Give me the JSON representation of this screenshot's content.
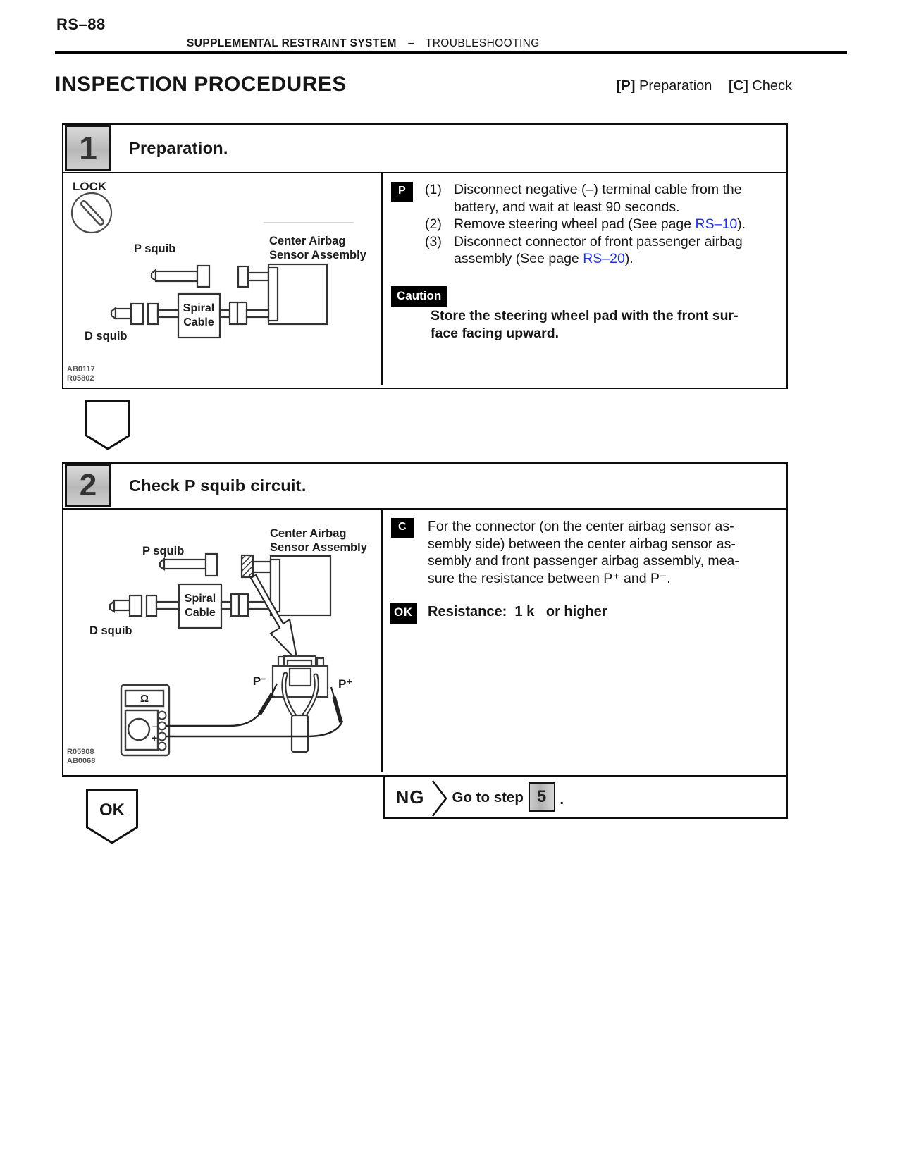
{
  "colors": {
    "link_blue": "#2433e0",
    "badge_black": "#000000",
    "step_box_gray": "#c4c4c4"
  },
  "header": {
    "page_number": "RS–88",
    "section": "SUPPLEMENTAL RESTRAINT SYSTEM",
    "separator": "–",
    "subsection": "TROUBLESHOOTING",
    "title": "INSPECTION PROCEDURES",
    "legend_p_badge": "[P]",
    "legend_p_label": "Preparation",
    "legend_c_badge": "[C]",
    "legend_c_label": "Check"
  },
  "step1": {
    "number": "1",
    "title": "Preparation.",
    "badge": "P",
    "items": [
      {
        "num": "(1)",
        "line1": "Disconnect negative (–) terminal cable from the",
        "line2": "battery, and wait at least 90 seconds."
      },
      {
        "num": "(2)",
        "pre": "Remove steering wheel pad (See page ",
        "link": "RS–10",
        "post": ")."
      },
      {
        "num": "(3)",
        "line1": "Disconnect connector of front passenger airbag",
        "pre2": "assembly (See page ",
        "link": "RS–20",
        "post": ")."
      }
    ],
    "caution_badge": "Caution",
    "caution_line1": "Store the steering wheel pad with the front sur-",
    "caution_line2": "face facing upward.",
    "diagram": {
      "lock_label": "LOCK",
      "p_squib": "P squib",
      "d_squib": "D squib",
      "spiral_line1": "Spiral",
      "spiral_line2": "Cable",
      "sensor_line1": "Center Airbag",
      "sensor_line2": "Sensor Assembly",
      "code1": "AB0117",
      "code2": "R05802"
    }
  },
  "step2": {
    "number": "2",
    "title": "Check P squib circuit.",
    "badge": "C",
    "body_lines": [
      "For the connector (on the center airbag sensor as-",
      "sembly side) between the center airbag sensor as-",
      "sembly and front passenger airbag assembly, mea-",
      "sure the resistance between P⁺ and P⁻."
    ],
    "ok_badge": "OK",
    "ok_text": "Resistance:  1 k   or higher",
    "ng_label": "NG",
    "ng_action": "Go to step",
    "ng_step": "5",
    "ng_period": ".",
    "diagram": {
      "p_squib": "P squib",
      "d_squib": "D squib",
      "spiral_line1": "Spiral",
      "spiral_line2": "Cable",
      "sensor_line1": "Center Airbag",
      "sensor_line2": "Sensor Assembly",
      "p_minus": "P⁻",
      "p_plus": "P⁺",
      "meter_display": "Ω",
      "meter_minus": "–",
      "meter_plus": "+",
      "code1": "R05908",
      "code2": "AB0068"
    }
  },
  "arrows": {
    "ok_label": "OK"
  }
}
